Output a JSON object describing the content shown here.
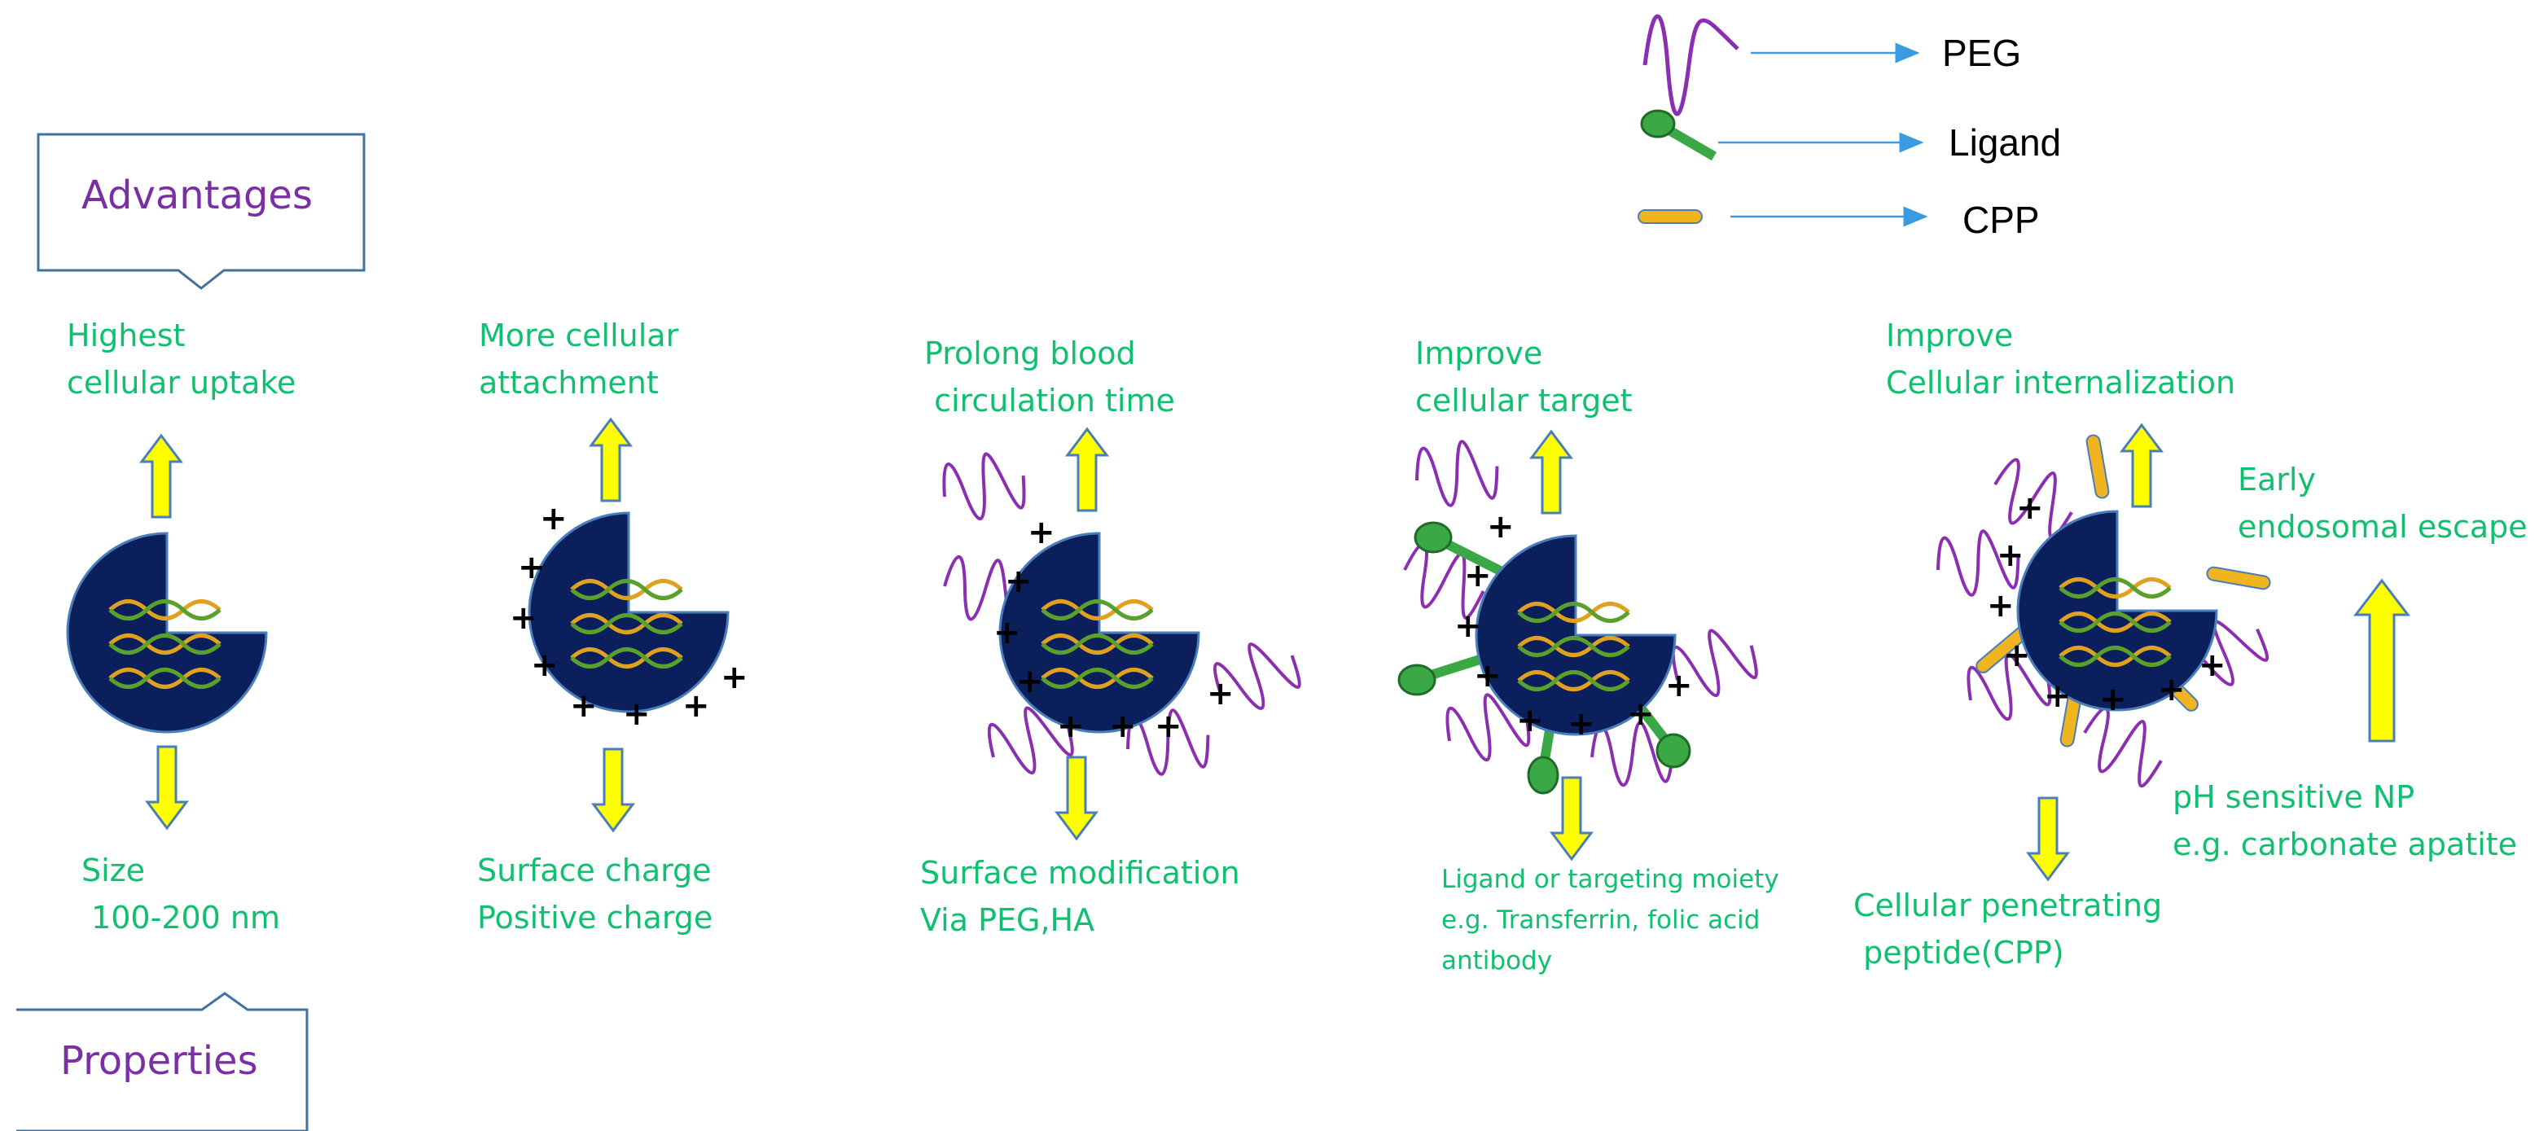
{
  "legend": {
    "peg": "PEG",
    "ligand": "Ligand",
    "cpp": "CPP"
  },
  "callouts": {
    "advantages": "Advantages",
    "properties": "Properties"
  },
  "columns": [
    {
      "advantage": [
        "Highest",
        "cellular uptake"
      ],
      "property": [
        "Size",
        " 100-200 nm"
      ]
    },
    {
      "advantage": [
        "More cellular",
        "attachment"
      ],
      "property": [
        "Surface charge",
        "Positive charge"
      ]
    },
    {
      "advantage": [
        "Prolong blood",
        " circulation time"
      ],
      "property": [
        "Surface modification",
        "Via PEG,HA"
      ]
    },
    {
      "advantage": [
        "Improve",
        "cellular target"
      ],
      "property": [
        "Ligand or targeting moiety",
        "e.g. Transferrin, folic acid",
        "antibody"
      ]
    },
    {
      "advantage": [
        "Improve",
        "Cellular internalization"
      ],
      "property": [
        "Cellular penetrating",
        " peptide(CPP)"
      ]
    }
  ],
  "extra": {
    "advantage": [
      "Early",
      "endosomal escape"
    ],
    "property": [
      "pH sensitive NP",
      "e.g. carbonate apatite"
    ]
  },
  "symbols": {
    "plus": "+"
  },
  "colors": {
    "label_green": "#10c070",
    "callout_purple": "#7a2fa5",
    "callout_border": "#41719c",
    "arrow_yellow": "#ffff00",
    "arrow_outline": "#4a7ebb",
    "nanoparticle": "#0a1f5c",
    "dna_green": "#5aa02c",
    "dna_orange": "#e0a020",
    "peg_purple": "#8b2fb0",
    "ligand_green": "#3aa845",
    "cpp_gold": "#f0b41e"
  }
}
